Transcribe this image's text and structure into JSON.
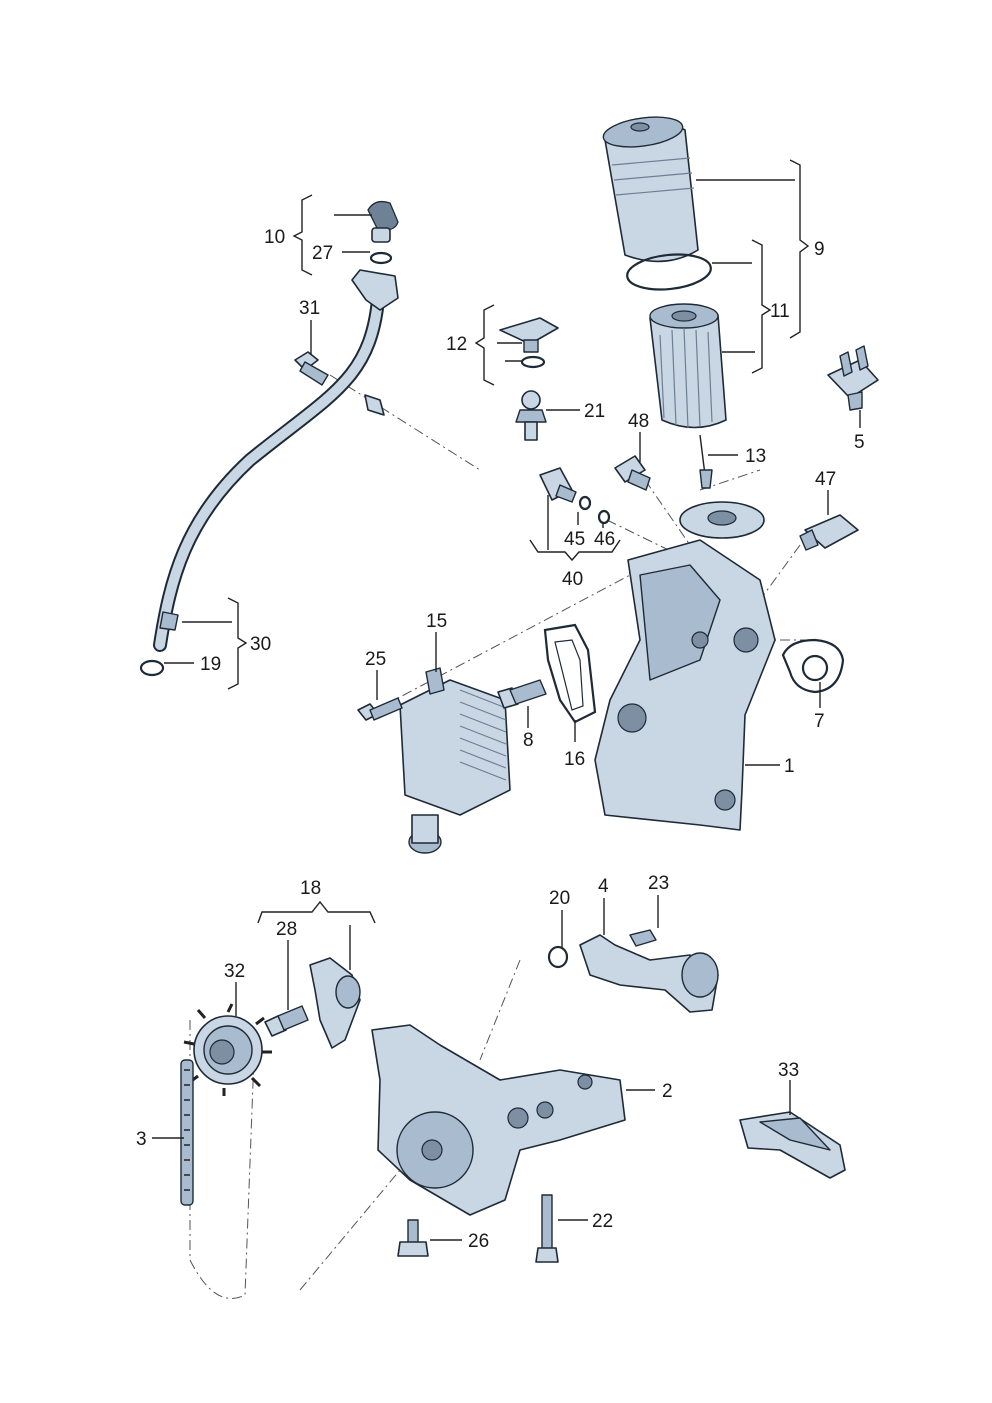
{
  "callouts": {
    "p1": "1",
    "p2": "2",
    "p3": "3",
    "p4": "4",
    "p5": "5",
    "p7": "7",
    "p8": "8",
    "p9": "9",
    "p10": "10",
    "p11": "11",
    "p12": "12",
    "p13": "13",
    "p15": "15",
    "p16": "16",
    "p18": "18",
    "p19": "19",
    "p20": "20",
    "p21": "21",
    "p22": "22",
    "p23": "23",
    "p25": "25",
    "p26": "26",
    "p27": "27",
    "p28": "28",
    "p30": "30",
    "p31": "31",
    "p32": "32",
    "p33": "33",
    "p40": "40",
    "p45": "45",
    "p46": "46",
    "p47": "47",
    "p48": "48"
  },
  "colors": {
    "part_fill": "#c9d6e4",
    "part_shade": "#a9bccf",
    "outline": "#1e2a36",
    "label": "#1a1a1a"
  }
}
